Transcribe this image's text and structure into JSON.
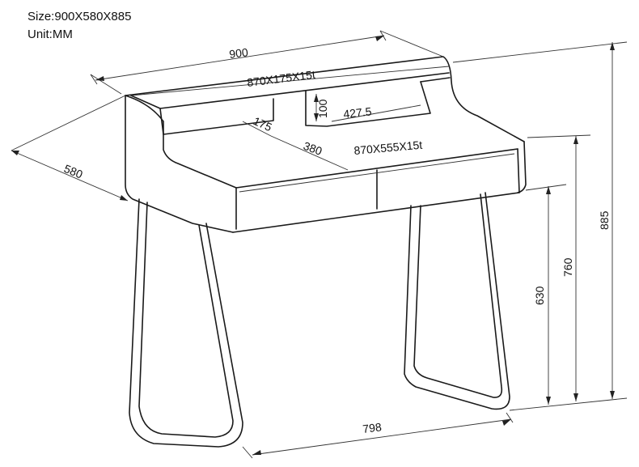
{
  "header": {
    "size": "Size:900X580X885",
    "unit": "Unit:MM"
  },
  "dimensions": {
    "width_top": "900",
    "shelf_panel": "870X175X15t",
    "shelf_height": "100",
    "shelf_opening": "427.5",
    "depth_175": "175",
    "depth_380": "380",
    "desk_panel": "870X555X15t",
    "depth_total": "580",
    "height_total": "885",
    "height_desk": "760",
    "height_under": "630",
    "leg_span": "798"
  }
}
